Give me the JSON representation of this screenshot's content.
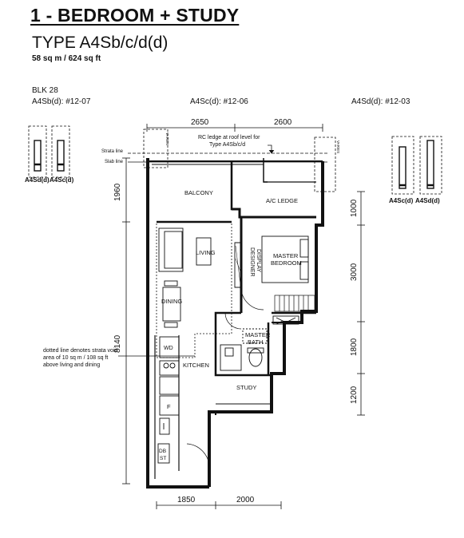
{
  "header": {
    "title": "1 - BEDROOM + STUDY",
    "type": "TYPE A4Sb/c/d(d)",
    "size": "58 sq m / 624 sq ft"
  },
  "block": {
    "label": "BLK 28",
    "units": [
      "A4Sb(d): #12-07",
      "A4Sc(d): #12-06",
      "A4Sd(d): #12-03"
    ]
  },
  "key_plan": {
    "left": [
      "A4Sd(d)",
      "A4Sc(d)"
    ],
    "right": [
      "A4Sc(d)",
      "A4Sd(d)"
    ]
  },
  "rooms": {
    "balcony": "BALCONY",
    "ac_ledge": "A/C LEDGE",
    "living": "LIVING",
    "master_bedroom_1": "MASTER",
    "master_bedroom_2": "BEDROOM",
    "designer_display_1": "DESIGNER",
    "designer_display_2": "DISPLAY",
    "dining": "DINING",
    "wd": "WD",
    "kitchen": "KITCHEN",
    "master_bath_1": "MASTER",
    "master_bath_2": "BATH",
    "fridge": "F",
    "study": "STUDY",
    "db": "DB",
    "st": "ST"
  },
  "notes": {
    "rc_ledge_1": "RC ledge at roof level for",
    "rc_ledge_2": "Type A4Sb/c/d",
    "strata_line": "Strata line",
    "slab_line": "Slab line",
    "varies": "VARIES",
    "strata_void_1": "dotted line denotes strata void",
    "strata_void_2": "area of 10 sq m / 108 sq ft",
    "strata_void_3": "above living and dining"
  },
  "dimensions": {
    "top_left": "2650",
    "top_right": "2600",
    "left_upper": "1960",
    "left_lower": "8140",
    "right_1": "1000",
    "right_2": "3000",
    "right_3": "1800",
    "right_4": "1200",
    "bottom_left": "1850",
    "bottom_right": "2000"
  }
}
